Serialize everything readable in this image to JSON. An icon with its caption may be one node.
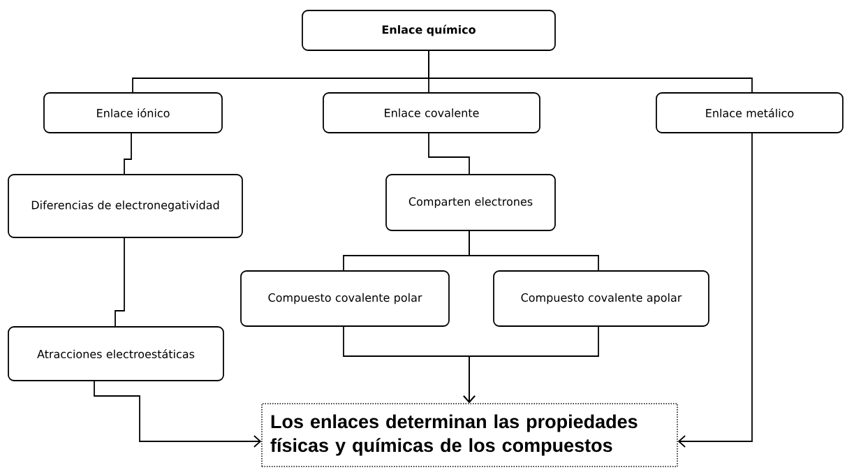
{
  "diagram": {
    "nodes": [
      {
        "text": [
          "Enlace químico"
        ]
      },
      {
        "text": [
          "Enlace iónico"
        ]
      },
      {
        "text": [
          "Enlace covalente"
        ]
      },
      {
        "text": [
          "Enlace metálico"
        ]
      },
      {
        "text": [
          "Diferencias de electronegatividad"
        ]
      },
      {
        "text": [
          "Comparten electrones"
        ]
      },
      {
        "text": [
          "Compuesto covalente polar"
        ]
      },
      {
        "text": [
          "Compuesto covalente apolar"
        ]
      },
      {
        "text": [
          "Atracciones electroestáticas"
        ]
      },
      {
        "text": [
          "Los enlaces determinan las propiedades físicas y químicas de los compuestos"
        ]
      }
    ],
    "edges": [
      {
        "from": 0,
        "to": 1,
        "arrow": "none"
      },
      {
        "from": 0,
        "to": 2,
        "arrow": "none"
      },
      {
        "from": 0,
        "to": 3,
        "arrow": "none"
      },
      {
        "from": 1,
        "to": 4,
        "arrow": "none"
      },
      {
        "from": 2,
        "to": 5,
        "arrow": "none"
      },
      {
        "from": 5,
        "to": 6,
        "arrow": "none"
      },
      {
        "from": 5,
        "to": 7,
        "arrow": "none"
      },
      {
        "from": 4,
        "to": 8,
        "arrow": "none"
      },
      {
        "from": 8,
        "to": 9,
        "arrow": "to"
      },
      {
        "from": 6,
        "to": 9,
        "arrow": "to"
      },
      {
        "from": 7,
        "to": 9,
        "arrow": "to"
      },
      {
        "from": 3,
        "to": 9,
        "arrow": "to"
      }
    ]
  }
}
